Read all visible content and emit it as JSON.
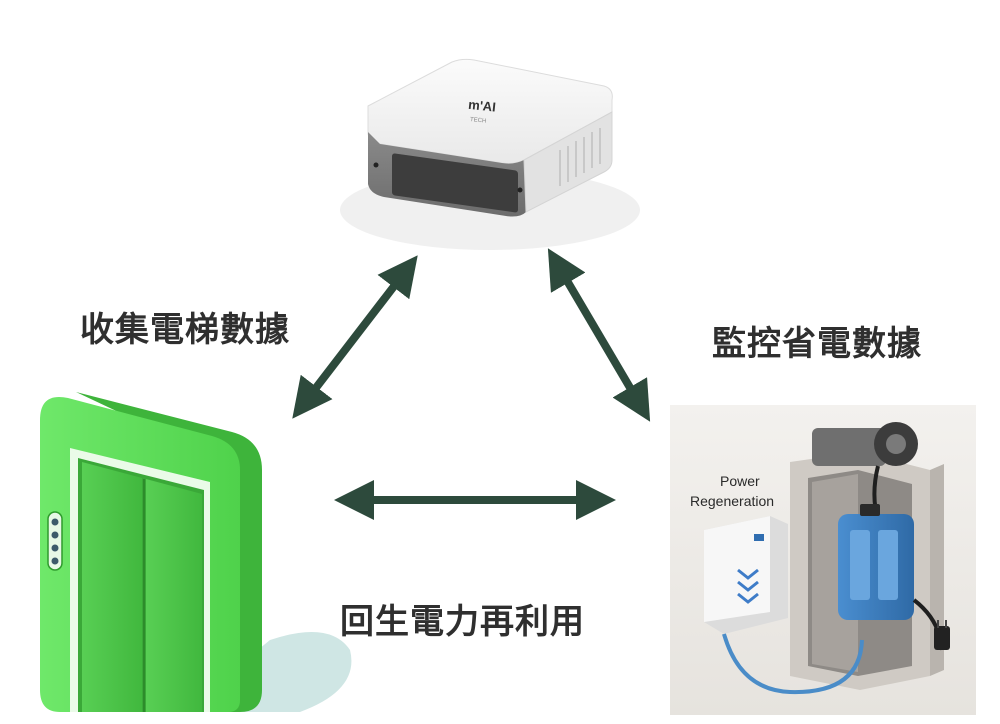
{
  "labels": {
    "collect": "收集電梯數據",
    "monitor": "監控省電數據",
    "regen": "回生電力再利用"
  },
  "device": {
    "brand_text": "m'AI"
  },
  "regen_unit": {
    "title_line1": "Power",
    "title_line2": "Regeneration"
  },
  "colors": {
    "arrow": "#2d4a3c",
    "elevator_green": "#5fe05a",
    "elevator_dark": "#3cb43a",
    "device_body": "#f2f2f2",
    "pack_blue": "#3a79b8"
  }
}
